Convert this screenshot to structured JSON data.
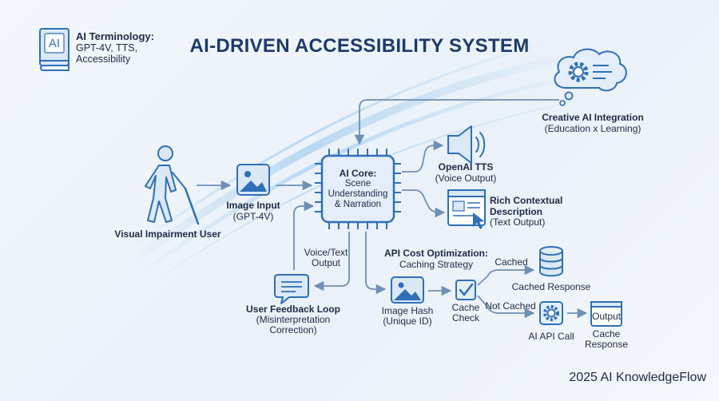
{
  "title": "AI-DRIVEN ACCESSIBILITY SYSTEM",
  "terminology": {
    "badge": "AI",
    "heading": "AI Terminology:",
    "lines": [
      "GPT-4V, TTS,",
      "Accessibility"
    ]
  },
  "user": {
    "label": "Visual Impairment User"
  },
  "image_input": {
    "title": "Image Input",
    "sub": "(GPT-4V)"
  },
  "core": {
    "title": "AI Core:",
    "lines": [
      "Scene",
      "Understanding",
      "& Narration"
    ]
  },
  "tts": {
    "title": "OpenAI TTS",
    "sub": "(Voice Output)"
  },
  "rich": {
    "lines": [
      "Rich Contextual",
      "Description"
    ],
    "sub": "(Text Output)"
  },
  "creative": {
    "title": "Creative AI Integration",
    "sub": "(Education x Learning)"
  },
  "voice_text_output": [
    "Voice/Text",
    "Output"
  ],
  "feedback": {
    "title": "User Feedback Loop",
    "lines": [
      "(Misinterpretation",
      "Correction)"
    ]
  },
  "cost": {
    "title": "API Cost Optimization:",
    "sub": "Caching Strategy"
  },
  "image_hash": {
    "title": "Image Hash",
    "sub": "(Unique ID)"
  },
  "cache_check": [
    "Cache",
    "Check"
  ],
  "cached_label": "Cached",
  "not_cached_label": "Not Cached",
  "cached_response": "Cached Response",
  "api_call": "AI API Call",
  "output_box": "Output",
  "cache_response": [
    "Cache",
    "Response"
  ],
  "brand": "2025 AI KnowledgeFlow",
  "colors": {
    "accent": "#2f6fb7",
    "icon_fill": "#dbe8f6",
    "line": "#6f8fb4",
    "title": "#1c3a6b"
  },
  "icons": [
    "book-icon",
    "person-with-cane-icon",
    "image-icon",
    "chip-icon",
    "speaker-icon",
    "document-cursor-icon",
    "thought-gear-icon",
    "chat-bubble-icon",
    "check-icon",
    "database-icon",
    "gear-icon",
    "output-window-icon"
  ]
}
